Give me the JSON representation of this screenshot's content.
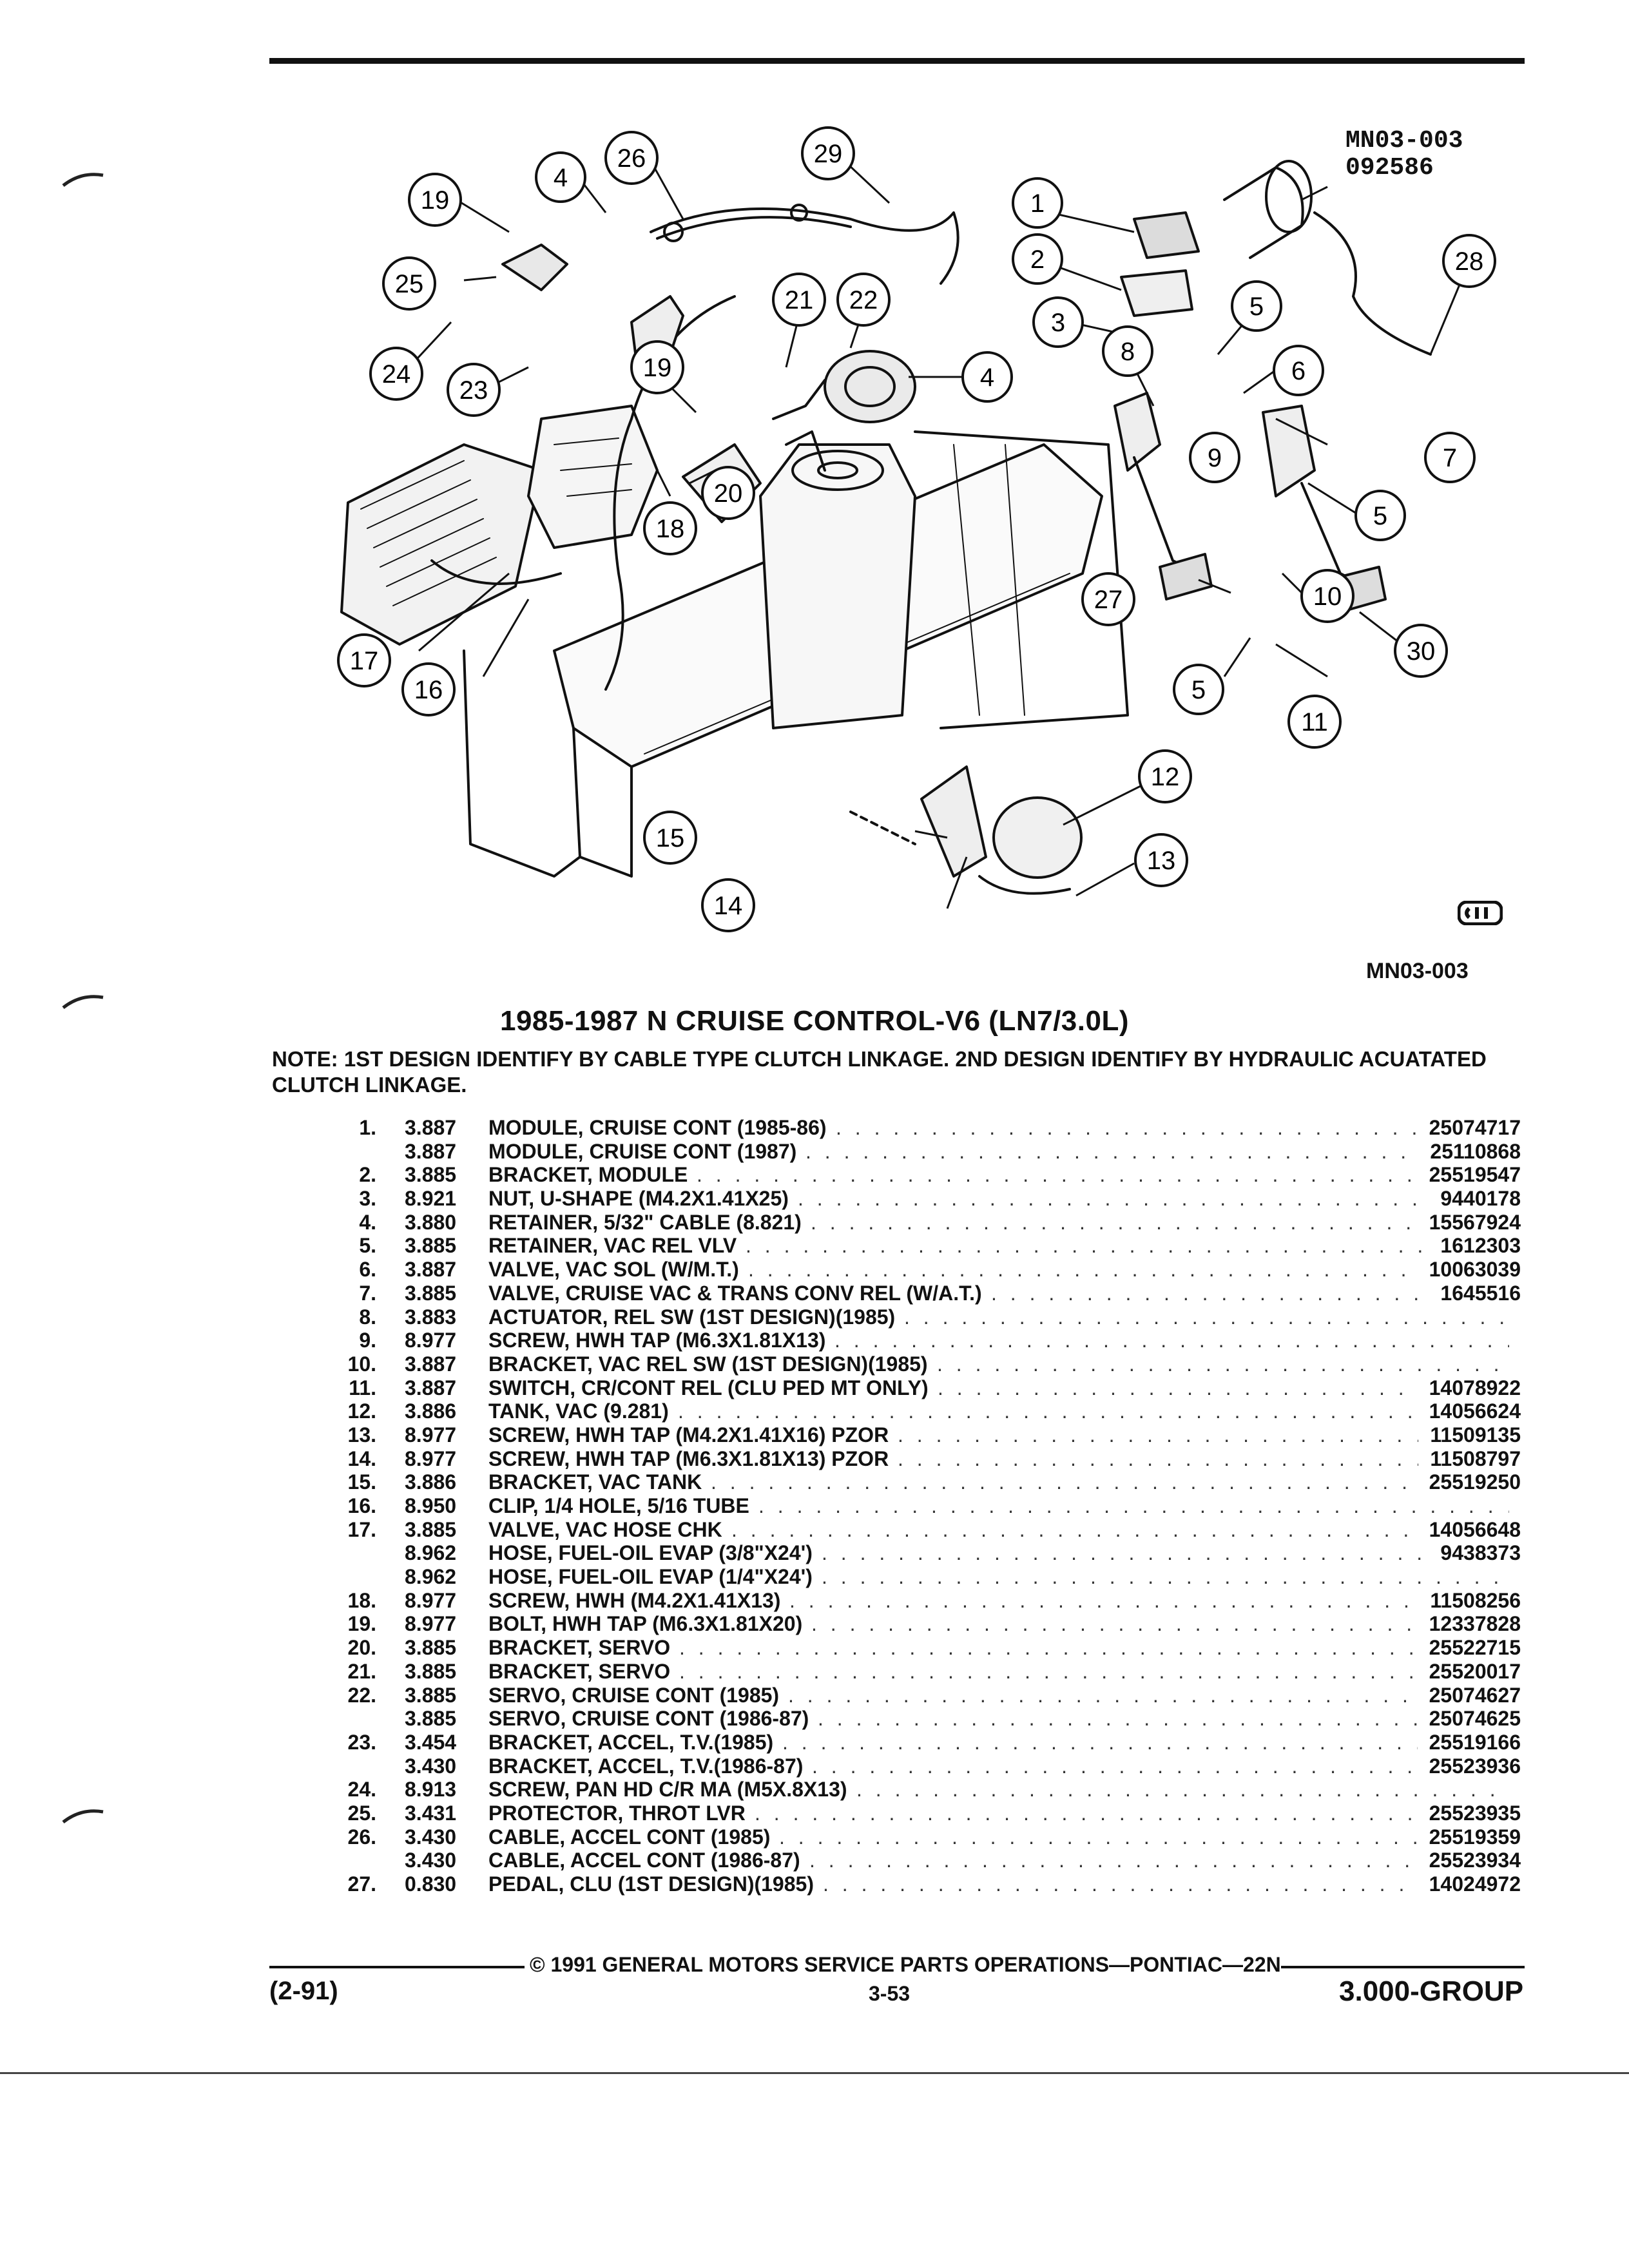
{
  "header": {
    "ref_line1": "MN03-003",
    "ref_line2": "092586"
  },
  "diagram": {
    "callouts": [
      "1",
      "2",
      "3",
      "4",
      "4",
      "5",
      "5",
      "5",
      "6",
      "7",
      "8",
      "9",
      "10",
      "11",
      "12",
      "13",
      "14",
      "15",
      "16",
      "17",
      "18",
      "19",
      "19",
      "20",
      "21",
      "22",
      "23",
      "24",
      "25",
      "26",
      "27",
      "28",
      "29",
      "30"
    ]
  },
  "ref_bottom": "MN03-003",
  "title": "1985-1987 N CRUISE CONTROL-V6 (LN7/3.0L)",
  "note": "NOTE: 1ST DESIGN IDENTIFY BY CABLE TYPE CLUTCH LINKAGE. 2ND DESIGN IDENTIFY BY HYDRAULIC ACUATATED CLUTCH LINKAGE.",
  "parts": [
    {
      "no": "1.",
      "code": "3.887",
      "name": "MODULE",
      "spec": ", CRUISE CONT (1985-86)",
      "pn": "25074717"
    },
    {
      "no": "",
      "code": "3.887",
      "name": "MODULE",
      "spec": ", CRUISE CONT (1987)",
      "pn": "25110868"
    },
    {
      "no": "2.",
      "code": "3.885",
      "name": "BRACKET",
      "spec": ", MODULE",
      "pn": "25519547"
    },
    {
      "no": "3.",
      "code": "8.921",
      "name": "NUT",
      "spec": ", U-SHAPE (M4.2X1.41X25)",
      "pn": "9440178"
    },
    {
      "no": "4.",
      "code": "3.880",
      "name": "RETAINER",
      "spec": ", 5/32\" CABLE (8.821)",
      "pn": "15567924"
    },
    {
      "no": "5.",
      "code": "3.885",
      "name": "RETAINER",
      "spec": ", VAC REL VLV",
      "pn": "1612303"
    },
    {
      "no": "6.",
      "code": "3.887",
      "name": "VALVE",
      "spec": ", VAC SOL (W/M.T.)",
      "pn": "10063039"
    },
    {
      "no": "7.",
      "code": "3.885",
      "name": "VALVE",
      "spec": ", CRUISE VAC & TRANS CONV REL (W/A.T.)",
      "pn": "1645516"
    },
    {
      "no": "8.",
      "code": "3.883",
      "name": "ACTUATOR",
      "spec": ", REL SW (1ST DESIGN)(1985)",
      "pn": ""
    },
    {
      "no": "9.",
      "code": "8.977",
      "name": "SCREW",
      "spec": ", HWH TAP (M6.3X1.81X13)",
      "pn": ""
    },
    {
      "no": "10.",
      "code": "3.887",
      "name": "BRACKET",
      "spec": ", VAC REL SW (1ST DESIGN)(1985)",
      "pn": ""
    },
    {
      "no": "11.",
      "code": "3.887",
      "name": "SWITCH",
      "spec": ", CR/CONT REL (CLU PED MT ONLY)",
      "pn": "14078922"
    },
    {
      "no": "12.",
      "code": "3.886",
      "name": "TANK",
      "spec": ", VAC (9.281)",
      "pn": "14056624"
    },
    {
      "no": "13.",
      "code": "8.977",
      "name": "SCREW",
      "spec": ", HWH TAP (M4.2X1.41X16) PZOR",
      "pn": "11509135"
    },
    {
      "no": "14.",
      "code": "8.977",
      "name": "SCREW",
      "spec": ", HWH TAP (M6.3X1.81X13) PZOR",
      "pn": "11508797"
    },
    {
      "no": "15.",
      "code": "3.886",
      "name": "BRACKET",
      "spec": ", VAC TANK",
      "pn": "25519250"
    },
    {
      "no": "16.",
      "code": "8.950",
      "name": "CLIP",
      "spec": ", 1/4 HOLE, 5/16 TUBE",
      "pn": ""
    },
    {
      "no": "17.",
      "code": "3.885",
      "name": "VALVE",
      "spec": ", VAC HOSE CHK",
      "pn": "14056648"
    },
    {
      "no": "",
      "code": "8.962",
      "name": "HOSE",
      "spec": ", FUEL-OIL EVAP (3/8\"X24')",
      "pn": "9438373"
    },
    {
      "no": "",
      "code": "8.962",
      "name": "HOSE",
      "spec": ", FUEL-OIL EVAP (1/4\"X24')",
      "pn": ""
    },
    {
      "no": "18.",
      "code": "8.977",
      "name": "SCREW",
      "spec": ", HWH (M4.2X1.41X13)",
      "pn": "11508256"
    },
    {
      "no": "19.",
      "code": "8.977",
      "name": "BOLT",
      "spec": ", HWH TAP (M6.3X1.81X20)",
      "pn": "12337828"
    },
    {
      "no": "20.",
      "code": "3.885",
      "name": "BRACKET",
      "spec": ", SERVO",
      "pn": "25522715"
    },
    {
      "no": "21.",
      "code": "3.885",
      "name": "BRACKET",
      "spec": ", SERVO",
      "pn": "25520017"
    },
    {
      "no": "22.",
      "code": "3.885",
      "name": "SERVO",
      "spec": ", CRUISE CONT (1985)",
      "pn": "25074627"
    },
    {
      "no": "",
      "code": "3.885",
      "name": "SERVO",
      "spec": ", CRUISE CONT (1986-87)",
      "pn": "25074625"
    },
    {
      "no": "23.",
      "code": "3.454",
      "name": "BRACKET",
      "spec": ", ACCEL, T.V.(1985)",
      "pn": "25519166"
    },
    {
      "no": "",
      "code": "3.430",
      "name": "BRACKET",
      "spec": ", ACCEL, T.V.(1986-87)",
      "pn": "25523936"
    },
    {
      "no": "24.",
      "code": "8.913",
      "name": "SCREW",
      "spec": ", PAN HD C/R MA (M5X.8X13)",
      "pn": ""
    },
    {
      "no": "25.",
      "code": "3.431",
      "name": "PROTECTOR",
      "spec": ", THROT LVR",
      "pn": "25523935"
    },
    {
      "no": "26.",
      "code": "3.430",
      "name": "CABLE",
      "spec": ", ACCEL CONT (1985)",
      "pn": "25519359"
    },
    {
      "no": "",
      "code": "3.430",
      "name": "CABLE",
      "spec": ", ACCEL CONT (1986-87)",
      "pn": "25523934"
    },
    {
      "no": "27.",
      "code": "0.830",
      "name": "PEDAL",
      "spec": ", CLU (1ST DESIGN)(1985)",
      "pn": "14024972"
    }
  ],
  "footer": {
    "copyright": "© 1991 GENERAL MOTORS SERVICE PARTS OPERATIONS—PONTIAC—22N",
    "date_code": "(2-91)",
    "page": "3-53",
    "group": "3.000-GROUP"
  }
}
